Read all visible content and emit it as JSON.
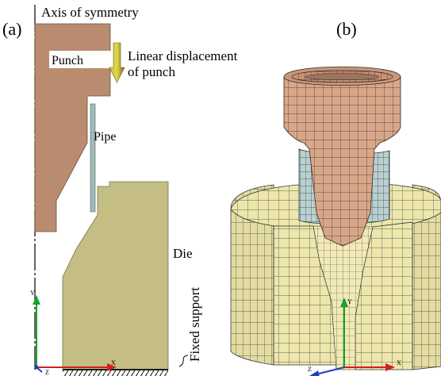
{
  "panel_a": {
    "tag": "(a)",
    "axis_label": "Axis of symmetry",
    "punch_label": "Punch",
    "displacement_label_line1": "Linear displacement",
    "displacement_label_line2": "of punch",
    "pipe_label": "Pipe",
    "die_label": "Die",
    "support_label": "Fixed support",
    "triad_y": "Y",
    "triad_x": "X",
    "triad_z": "Z"
  },
  "panel_b": {
    "tag": "(b)",
    "triad_y": "Y",
    "triad_x": "X",
    "triad_z": "Z"
  },
  "colors": {
    "punch": "#b98c70",
    "pipe": "#9fbab7",
    "die": "#c4bd84",
    "mesh_die": "#ede6ad",
    "mesh_punch": "#d8a789",
    "arrow": "#b0a425"
  }
}
